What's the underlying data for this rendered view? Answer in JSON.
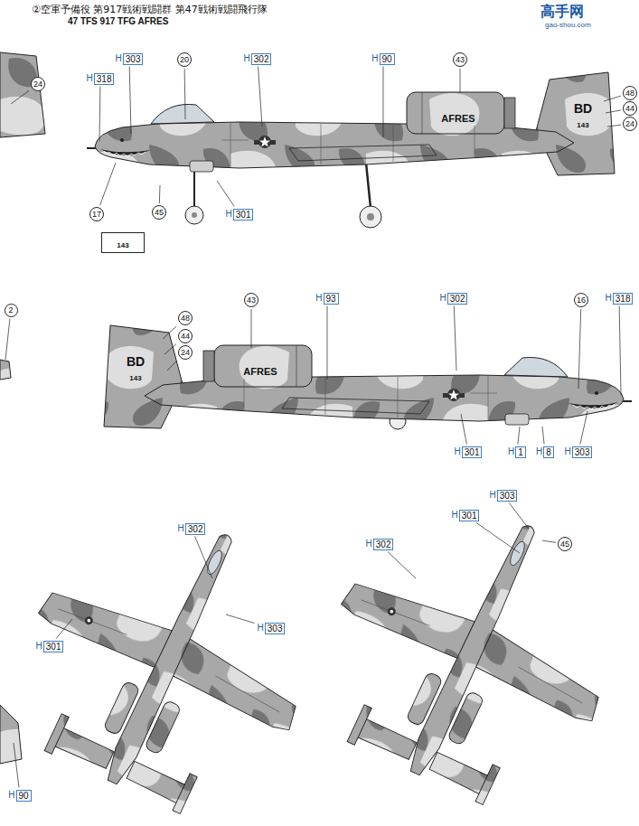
{
  "diagram": {
    "nodes": [
      {
        "text": [
          "H",
          "303"
        ]
      },
      {
        "text": [
          "20"
        ]
      },
      {
        "text": [
          "H",
          "302"
        ]
      },
      {
        "text": [
          "H",
          "90"
        ]
      },
      {
        "text": [
          "43"
        ]
      },
      {
        "text": [
          "H",
          "318"
        ]
      },
      {
        "text": [
          "24"
        ]
      },
      {
        "text": [
          "48"
        ]
      },
      {
        "text": [
          "44"
        ]
      },
      {
        "text": [
          "24"
        ]
      },
      {
        "text": [
          "17"
        ]
      },
      {
        "text": [
          "45"
        ]
      },
      {
        "text": [
          "H",
          "301"
        ]
      },
      {
        "text": [
          "143"
        ]
      },
      {
        "text": [
          "2"
        ]
      },
      {
        "text": [
          "43"
        ]
      },
      {
        "text": [
          "H",
          "93"
        ]
      },
      {
        "text": [
          "H",
          "302"
        ]
      },
      {
        "text": [
          "16"
        ]
      },
      {
        "text": [
          "H",
          "318"
        ]
      },
      {
        "text": [
          "48"
        ]
      },
      {
        "text": [
          "44"
        ]
      },
      {
        "text": [
          "24"
        ]
      },
      {
        "text": [
          "H",
          "301"
        ]
      },
      {
        "text": [
          "H",
          "1"
        ]
      },
      {
        "text": [
          "H",
          "8"
        ]
      },
      {
        "text": [
          "H",
          "303"
        ]
      },
      {
        "text": [
          "H",
          "302"
        ]
      },
      {
        "text": [
          "H",
          "303"
        ]
      },
      {
        "text": [
          "H",
          "301"
        ]
      },
      {
        "text": [
          "H",
          "90"
        ]
      },
      {
        "text": [
          "H",
          "303"
        ]
      },
      {
        "text": [
          "H",
          "301"
        ]
      },
      {
        "text": [
          "H",
          "302"
        ]
      },
      {
        "text": [
          "45"
        ]
      }
    ],
    "labels": [
      "②空軍予備役 第917戦術戦闘群 第47戦術戦闘飛行隊",
      "47 TFS 917 TFG AFRES",
      "高手网",
      "gao-shou.com",
      "AFRES",
      "BD",
      "143",
      "AFRES",
      "BD",
      "143"
    ]
  }
}
